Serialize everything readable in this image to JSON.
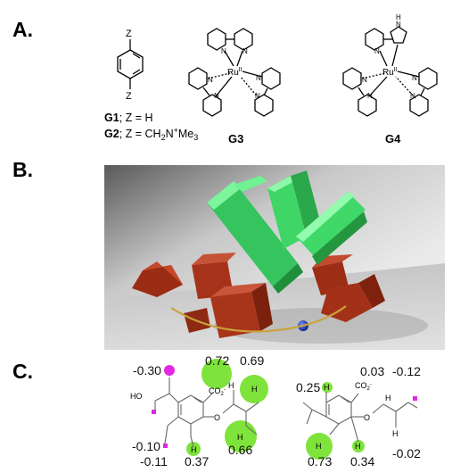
{
  "panels": {
    "a": "A.",
    "b": "B.",
    "c": "C."
  },
  "panel_a": {
    "benzene_sub_top": "Z",
    "benzene_sub_bottom": "Z",
    "g1_id": "G1",
    "g1_text": "; Z = H",
    "g2_id": "G2",
    "g2_text": "; Z = CH",
    "g2_sub": "2",
    "g2_n": "N",
    "g2_plus": "+",
    "g2_me": "Me",
    "g2_sub3": "3",
    "g3_label": "G3",
    "g4_label": "G4",
    "ru_atom": "Ru",
    "ru_charge": "II",
    "n_atom": "N",
    "nh_atom": "H"
  },
  "panel_b": {
    "colors": {
      "green": "#3ed96a",
      "red": "#a33218",
      "gold": "#c9a33d",
      "blue": "#1a3cc8"
    }
  },
  "panel_c": {
    "left": {
      "values": [
        "-0.30",
        "0.72",
        "0.69",
        "-0.10",
        "-0.11",
        "0.37",
        "0.66"
      ],
      "ho_label": "HO",
      "co2_label": "CO",
      "co2_sub": "2",
      "co2_sup": "-",
      "o_label": "O",
      "h_label": "H"
    },
    "right": {
      "values": [
        "0.25",
        "0.03",
        "-0.12",
        "0.73",
        "0.34",
        "-0.02"
      ],
      "co2_label": "CO",
      "co2_sub": "2",
      "co2_sup": "-",
      "o_label": "O",
      "h_label": "H"
    },
    "colors": {
      "positive": "#7ee33a",
      "negative": "#e028e0"
    }
  }
}
